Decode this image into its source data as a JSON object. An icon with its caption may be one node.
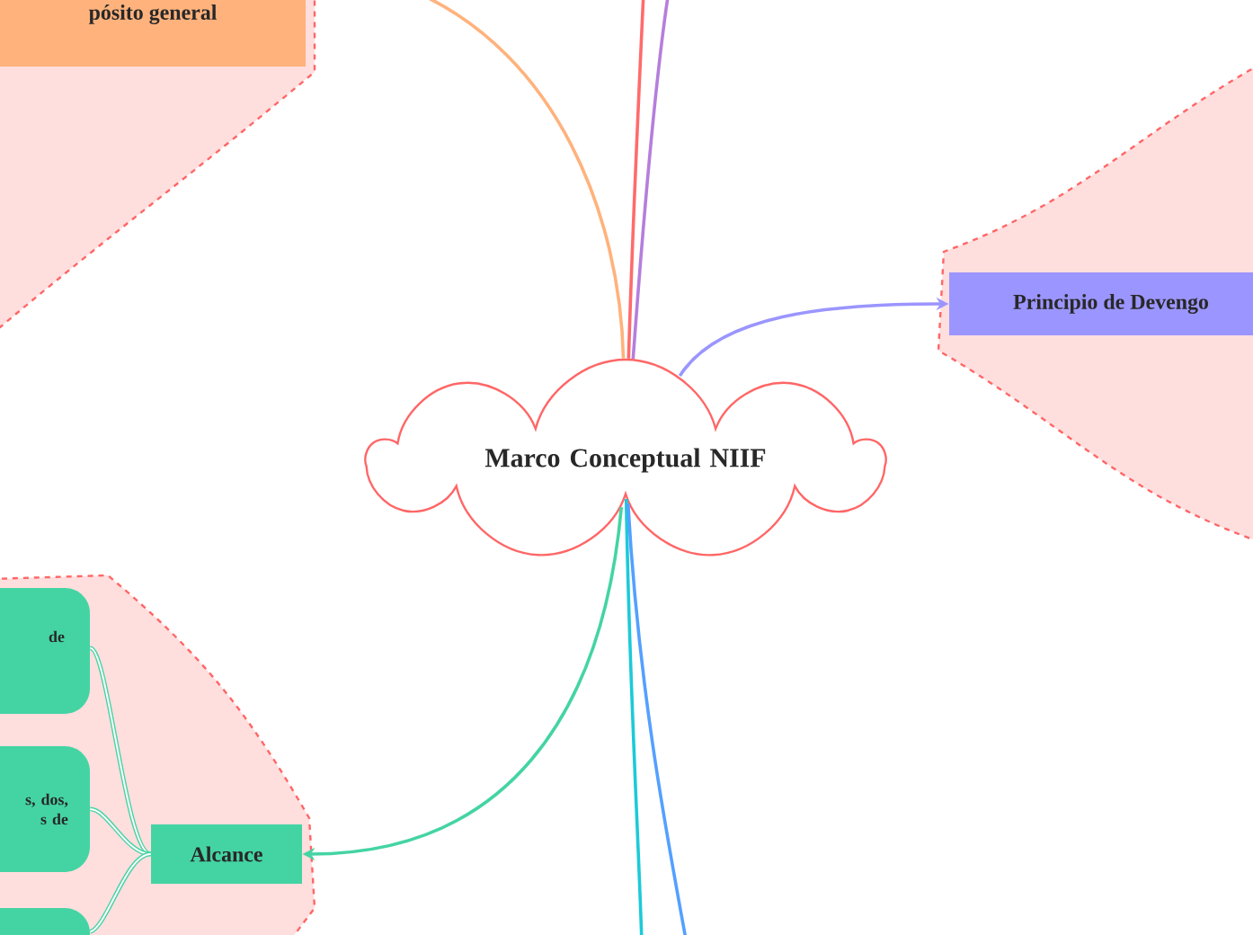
{
  "diagram": {
    "nodes": [
      {
        "text": [
          "Marco Conceptual NIIF"
        ]
      },
      {
        "text": [
          "pósito general"
        ]
      },
      {
        "text": [
          "Principio de Devengo"
        ]
      },
      {
        "text": [
          "Alcance"
        ]
      },
      {
        "text": [
          "de"
        ]
      },
      {
        "text": [
          "s, dos, s de"
        ]
      },
      {
        "text": [],
        "shape": "box"
      }
    ],
    "edges": [
      {
        "from": 0,
        "to": null,
        "arrow": "none",
        "color": "#ff6b6b"
      },
      {
        "from": 0,
        "to": null,
        "arrow": "none",
        "color": "#b57edc"
      },
      {
        "from": 0,
        "to": null,
        "arrow": "none",
        "color": "#ffb27c"
      },
      {
        "from": 0,
        "to": 2,
        "arrow": "to",
        "color": "#9b95ff"
      },
      {
        "from": 0,
        "to": 3,
        "arrow": "to",
        "color": "#44d4a4"
      },
      {
        "from": 0,
        "to": null,
        "arrow": "none",
        "color": "#1ccad8"
      },
      {
        "from": 0,
        "to": null,
        "arrow": "none",
        "color": "#54a0ff"
      },
      {
        "from": 3,
        "to": 4,
        "arrow": "none",
        "color": "#44d4a4"
      },
      {
        "from": 3,
        "to": 5,
        "arrow": "none",
        "color": "#44d4a4"
      },
      {
        "from": 3,
        "to": 6,
        "arrow": "none",
        "color": "#44d4a4"
      }
    ]
  }
}
